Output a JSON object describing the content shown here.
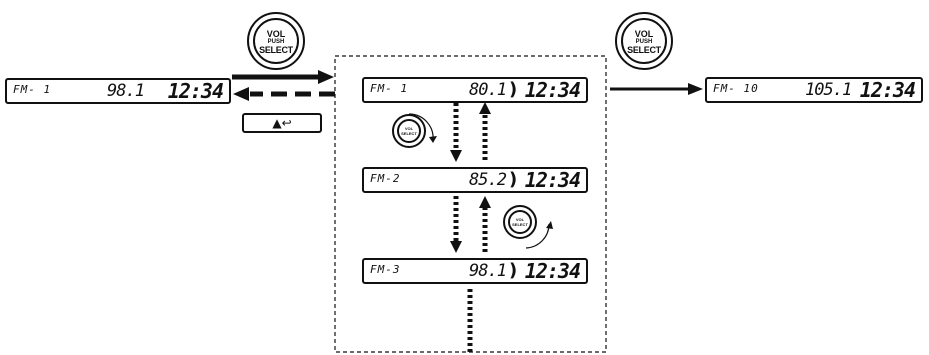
{
  "left_display": {
    "band": "FM- 1",
    "freq": "98.1",
    "clock": "12:34"
  },
  "center_displays": [
    {
      "band": "FM- 1",
      "freq": "80.1",
      "clock": "12:34"
    },
    {
      "band": "FM-2",
      "freq": "85.2",
      "clock": "12:34"
    },
    {
      "band": "FM-3",
      "freq": "98.1",
      "clock": "12:34"
    }
  ],
  "right_display": {
    "band": "FM- 10",
    "freq": "105.1",
    "clock": "12:34"
  },
  "vol_button": {
    "line1": "VOL",
    "line2": "PUSH",
    "line3": "SELECT"
  },
  "knob": {
    "line1": "VOL",
    "line2": "PUSH",
    "line3": "SELECT"
  },
  "back_button": {
    "icon": "back-arrow-icon",
    "glyph": "▲↩"
  }
}
